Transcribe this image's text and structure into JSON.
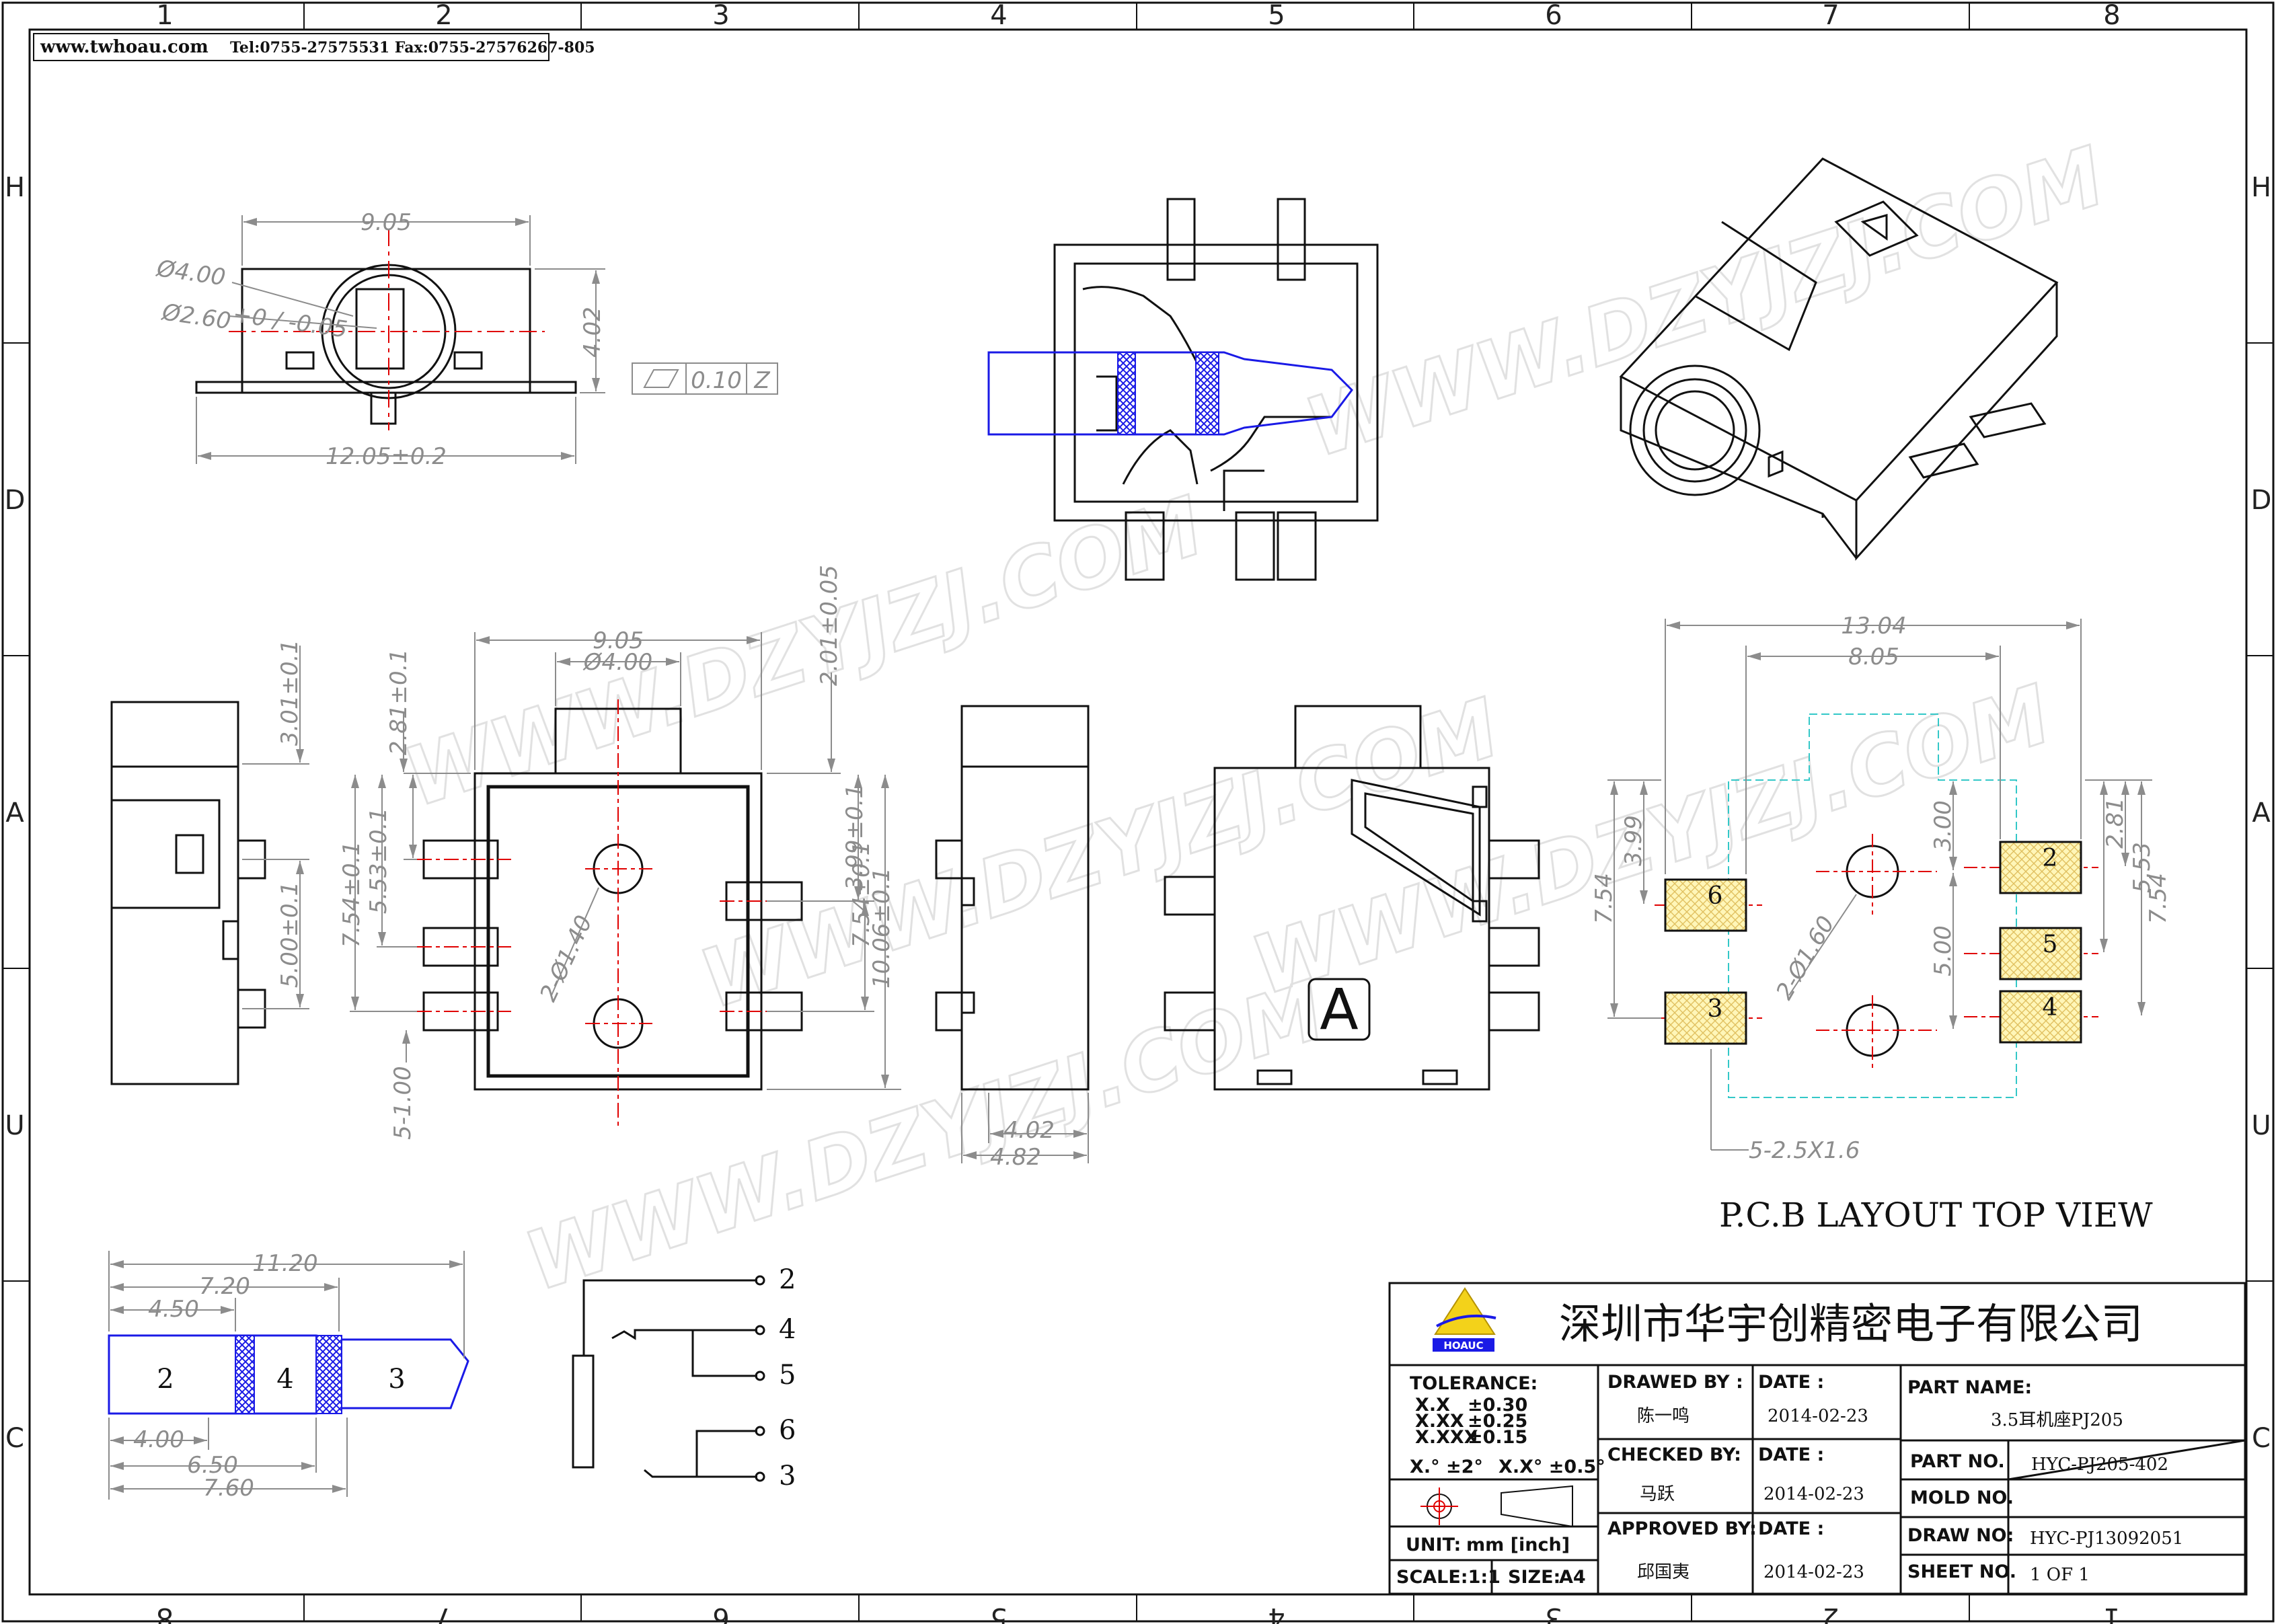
{
  "header": {
    "website": "www.twhoau.com",
    "contact": "Tel:0755-27575531  Fax:0755-27576267-805"
  },
  "frame": {
    "columns": [
      "1",
      "2",
      "3",
      "4",
      "5",
      "6",
      "7",
      "8"
    ],
    "rows": [
      "H",
      "D",
      "A",
      "U",
      "C"
    ]
  },
  "watermarks": [
    "WWW.DZYJZJ.COM",
    "WWW.DZYJZJ.COM",
    "WWW.DZYJZJ.COM",
    "WWW.DZYJZJ.COM",
    "WWW.DZYJZJ.COM"
  ],
  "front_view": {
    "width": "9.05",
    "hole_dia": "Ø4.00",
    "inner_dia": "Ø2.60",
    "inner_tol": "+0 / -0.05",
    "height": "4.02",
    "overall": "12.05±0.2",
    "flatness_value": "0.10",
    "flatness_datum": "Z"
  },
  "side_view_left": {
    "d1": "3.01±0.1",
    "d2": "5.00±0.1"
  },
  "top_view": {
    "width": "9.05",
    "hole": "Ø4.00",
    "top": "2.01±0.05",
    "a": "2.81±0.1",
    "b": "7.54±0.1",
    "c": "5.53±0.1",
    "d": "3.99±0.1",
    "e": "7.54±0.1",
    "f": "10.06±0.1",
    "holes": "2-Ø1.40",
    "pins": "5-1.00"
  },
  "side_view_mid": {
    "w1": "4.02",
    "w2": "4.82"
  },
  "bottom_view": {
    "marking": "A"
  },
  "pcb_layout": {
    "title": "P.C.B LAYOUT TOP VIEW",
    "overall": "13.04",
    "inner": "8.05",
    "v1": "3.99",
    "v2": "7.54",
    "v3": "3.00",
    "v4": "5.00",
    "r1": "2.81",
    "r2": "5.53",
    "r3": "7.54",
    "holes": "2-Ø1.60",
    "pads": "5-2.5X1.6",
    "pad_labels": [
      "6",
      "3",
      "2",
      "5",
      "4"
    ]
  },
  "plug": {
    "len_total": "11.20",
    "len_7": "7.20",
    "len_4_5": "4.50",
    "len_4": "4.00",
    "len_6_5": "6.50",
    "len_7_6": "7.60",
    "segments": [
      "2",
      "4",
      "3"
    ]
  },
  "schematic": {
    "pins": [
      "2",
      "4",
      "5",
      "6",
      "3"
    ]
  },
  "title_block": {
    "company": "深圳市华宇创精密电子有限公司",
    "logo_text": "HOAUC",
    "tolerance_label": "TOLERANCE:",
    "tol_x": "X.X",
    "tol_x_val": "±0.30",
    "tol_xx": "X.XX",
    "tol_xx_val": "±0.25",
    "tol_xxx": "X.XXX",
    "tol_xxx_val": "±0.15",
    "tol_angle1": "X.°  ±2°",
    "tol_angle2": "X.X°  ±0.5°",
    "unit_label": "UNIT:",
    "unit_value": "mm  [inch]",
    "scale_label": "SCALE:1:1",
    "size_label": "SIZE:",
    "size_value": "A4",
    "drawed_label": "DRAWED BY :",
    "drawed_value": "陈一鸣",
    "checked_label": "CHECKED BY:",
    "checked_value": "马跃",
    "approved_label": "APPROVED BY:",
    "approved_value": "邱国夷",
    "date_label": "DATE :",
    "date1": "2014-02-23",
    "date2": "2014-02-23",
    "date3": "2014-02-23",
    "part_name_label": "PART NAME:",
    "part_name_value": "3.5耳机座PJ205",
    "part_no_label": "PART NO.",
    "part_no_value": "HYC-PJ205-402",
    "mold_no_label": "MOLD NO.",
    "mold_no_value": "",
    "draw_no_label": "DRAW NO:",
    "draw_no_value": "HYC-PJ13092051",
    "sheet_label": "SHEET NO.",
    "sheet_value": "1 OF 1"
  },
  "colors": {
    "line": "#111111",
    "dimension": "#8c8c8c",
    "centerline": "#e00000",
    "plug": "#1a1ae6",
    "pad_fill": "#fff6b8",
    "pcb_outline": "#33c8c8"
  }
}
